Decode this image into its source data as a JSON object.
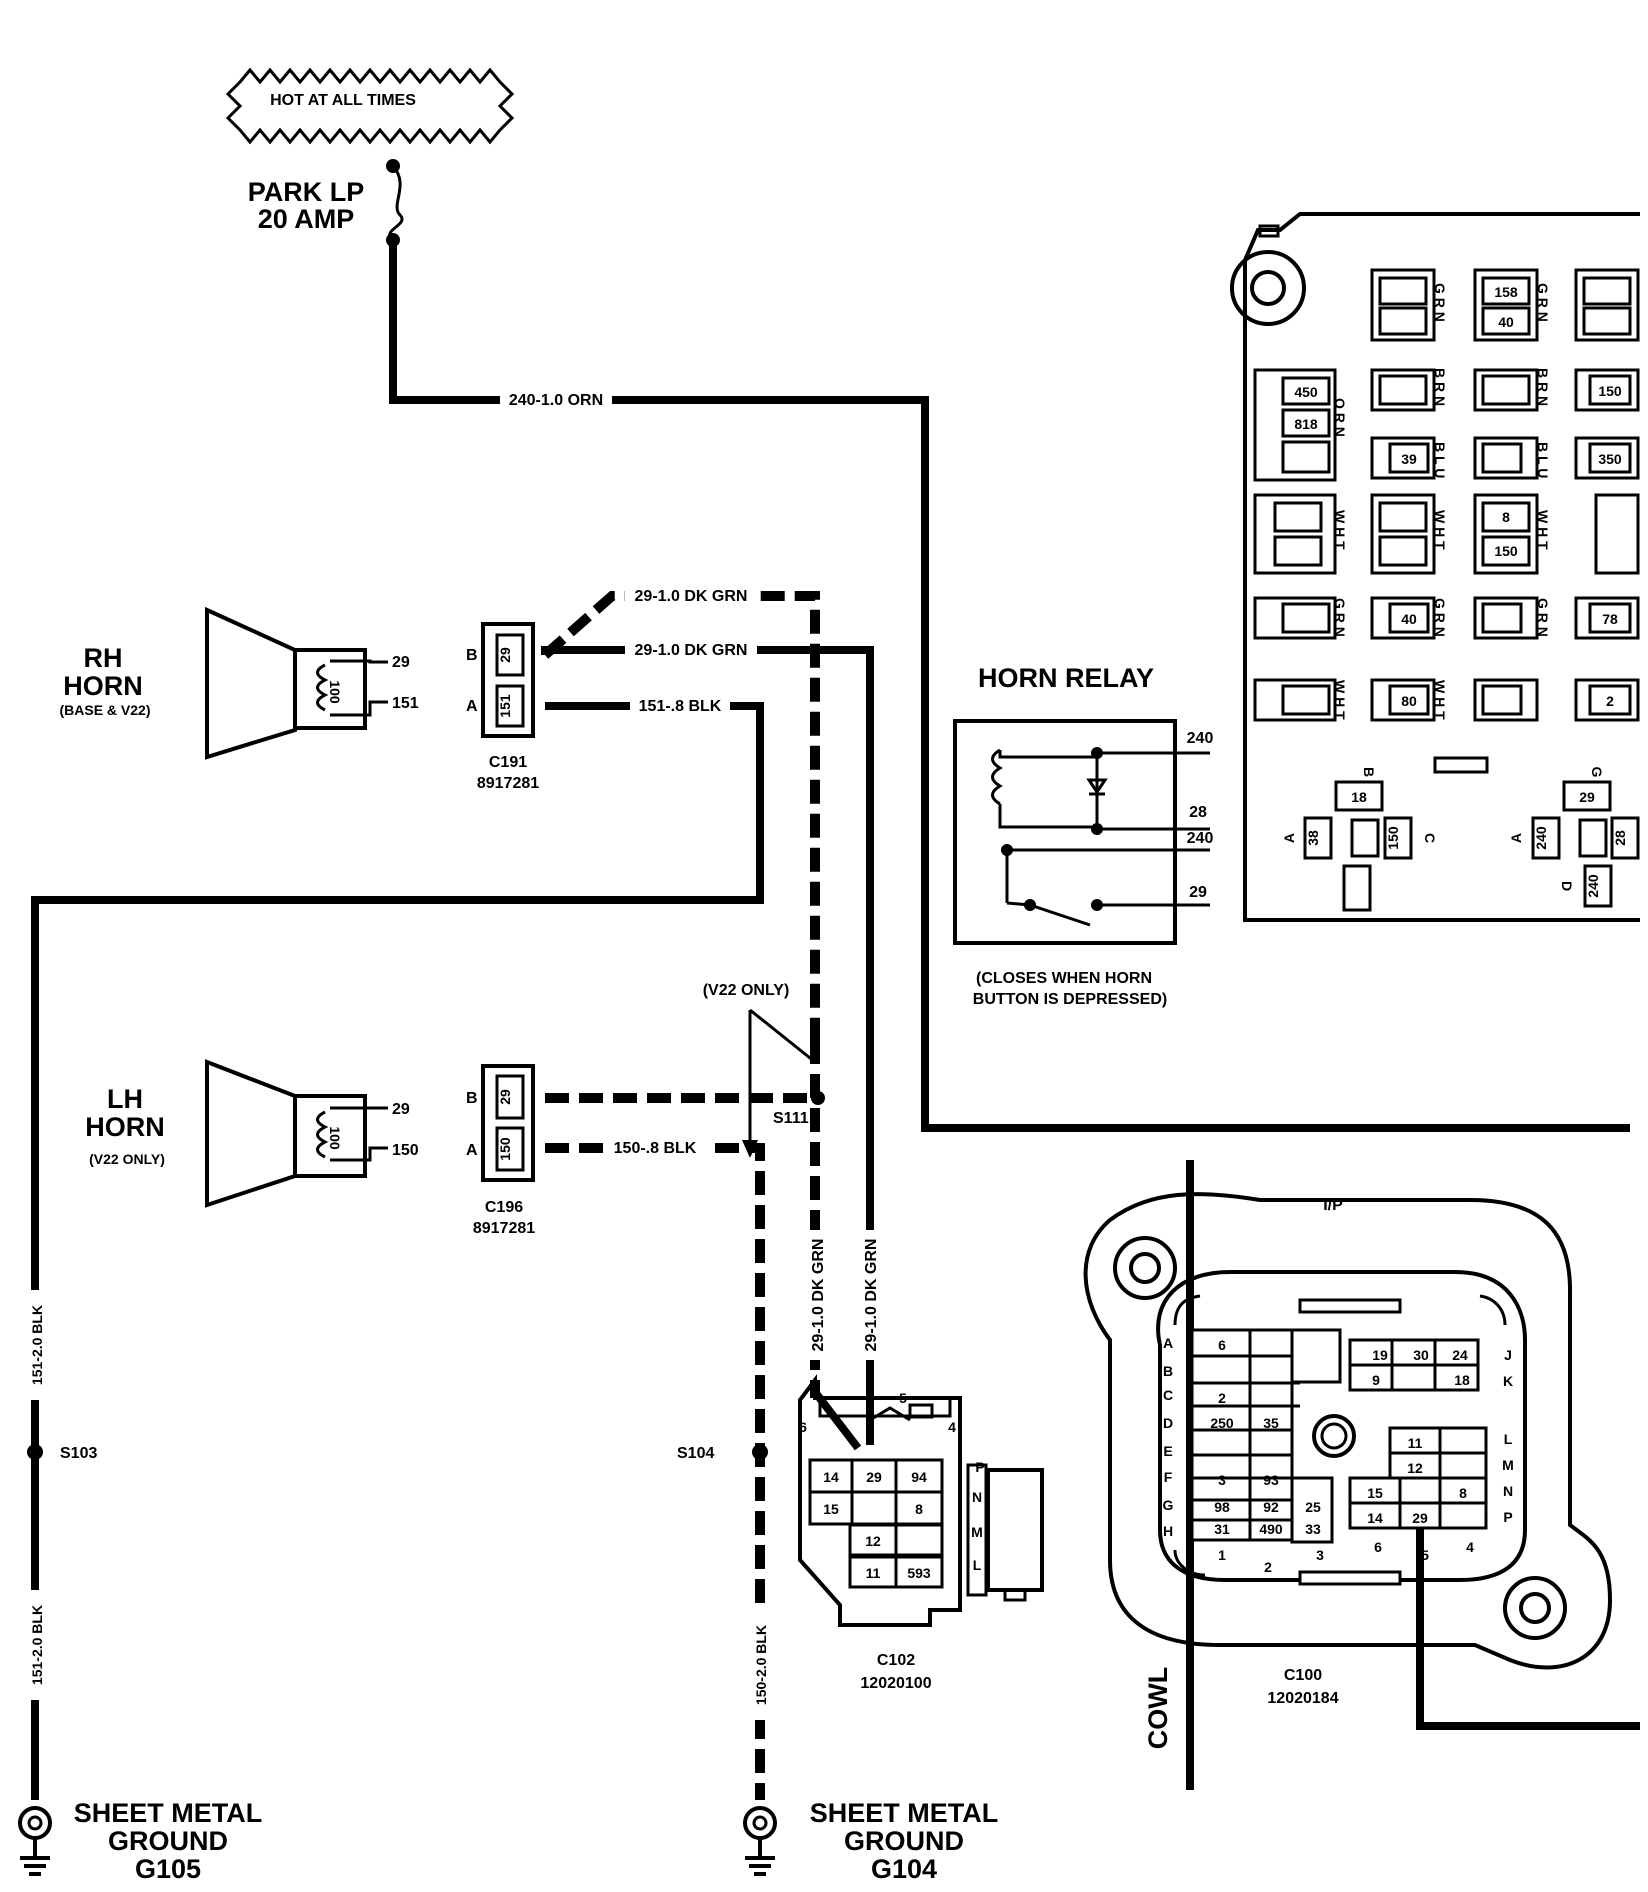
{
  "header": {
    "hot_label": "HOT AT ALL TIMES"
  },
  "fuse": {
    "name": "PARK LP",
    "rating": "20 AMP"
  },
  "wires": {
    "w240_orn": "240-1.0 ORN",
    "w29_dkgrn_a": "29-1.0 DK GRN",
    "w29_dkgrn_b": "29-1.0 DK GRN",
    "w151_blk": "151-.8 BLK",
    "w150_blk": "150-.8 BLK",
    "w29_dkgrn_v1": "29-1.0 DK GRN",
    "w29_dkgrn_v2": "29-1.0 DK GRN",
    "w151_2blk_a": "151-2.0 BLK",
    "w151_2blk_b": "151-2.0 BLK",
    "w150_2blk": "150-2.0 BLK"
  },
  "rh_horn": {
    "line1": "RH",
    "line2": "HORN",
    "note": "(BASE & V22)",
    "pin_top": "29",
    "pin_bot": "151",
    "coil": "100"
  },
  "lh_horn": {
    "line1": "LH",
    "line2": "HORN",
    "note": "(V22 ONLY)",
    "pin_top": "29",
    "pin_bot": "150",
    "coil": "100"
  },
  "c191": {
    "name": "C191",
    "part": "8917281",
    "pin_b": "B",
    "pin_a": "A",
    "cav_b": "29",
    "cav_a": "151"
  },
  "c196": {
    "name": "C196",
    "part": "8917281",
    "pin_b": "B",
    "pin_a": "A",
    "cav_b": "29",
    "cav_a": "150"
  },
  "splices": {
    "v22_only": "(V22 ONLY)",
    "s111": "S111",
    "s103": "S103",
    "s104": "S104"
  },
  "horn_relay": {
    "title": "HORN RELAY",
    "t240a": "240",
    "t28": "28",
    "t240b": "240",
    "t29": "29",
    "note_line1": "(CLOSES WHEN HORN",
    "note_line2": "BUTTON IS DEPRESSED)"
  },
  "fuse_block": {
    "cells": [
      "158",
      "40",
      "450",
      "818",
      "150",
      "39",
      "350",
      "8",
      "150",
      "40",
      "78",
      "80",
      "2"
    ],
    "colors": [
      "G R N",
      "G R N",
      "O R N",
      "B R N",
      "B R N",
      "B L U",
      "B L U",
      "W H T",
      "W H T",
      "W H T",
      "G R N",
      "G R N",
      "G R N",
      "W H T",
      "W H T"
    ],
    "relay1": {
      "b": "B",
      "a": "A",
      "c": "C",
      "v_top": "18",
      "v_left": "38",
      "v_right": "150"
    },
    "relay2": {
      "g": "G",
      "a": "A",
      "d": "D",
      "v_top": "29",
      "v_left": "240",
      "v_right": "28",
      "v_bot": "240"
    }
  },
  "c102": {
    "name": "C102",
    "part": "12020100",
    "cells": [
      "14",
      "29",
      "94",
      "15",
      "8",
      "12",
      "11",
      "593"
    ],
    "pins": [
      "5",
      "6",
      "4",
      "P",
      "N",
      "M",
      "L"
    ]
  },
  "c100": {
    "name": "C100",
    "part": "12020184",
    "ip": "I/P",
    "cowl": "COWL",
    "rows_left": [
      "A",
      "B",
      "C",
      "D",
      "E",
      "F",
      "G",
      "H"
    ],
    "rows_right": [
      "J",
      "K",
      "L",
      "M",
      "N",
      "P"
    ],
    "cols_bottom": [
      "1",
      "2",
      "3",
      "6",
      "5",
      "4"
    ],
    "cells": [
      "6",
      "2",
      "250",
      "35",
      "3",
      "93",
      "98",
      "92",
      "25",
      "31",
      "490",
      "33",
      "19",
      "30",
      "24",
      "9",
      "18",
      "11",
      "12",
      "15",
      "8",
      "14",
      "29"
    ]
  },
  "grounds": {
    "g105": {
      "l1": "SHEET METAL",
      "l2": "GROUND",
      "l3": "G105"
    },
    "g104": {
      "l1": "SHEET METAL",
      "l2": "GROUND",
      "l3": "G104"
    }
  }
}
